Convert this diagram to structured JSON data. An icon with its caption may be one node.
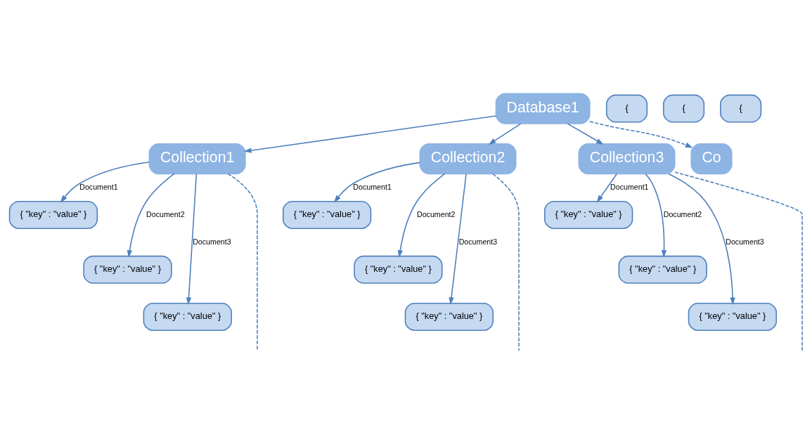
{
  "diagram": {
    "nodes": [
      {
        "text": [
          "Database1"
        ]
      },
      {
        "text": [
          "Collection1"
        ]
      },
      {
        "text": [
          "Collection2"
        ]
      },
      {
        "text": [
          "Collection3"
        ]
      },
      {
        "text": [
          "Co"
        ]
      },
      {
        "text": [
          "{ \"key\" : \"value\" }"
        ]
      },
      {
        "text": [
          "{ \"key\" : \"value\" }"
        ]
      },
      {
        "text": [
          "{ \"key\" : \"value\" }"
        ]
      },
      {
        "text": [
          "{"
        ]
      },
      {
        "text": [
          "{ \"key\" : \"value\" }"
        ]
      },
      {
        "text": [
          "{ \"key\" : \"value\" }"
        ]
      },
      {
        "text": [
          "{ \"key\" : \"value\" }"
        ]
      },
      {
        "text": [
          "{"
        ]
      },
      {
        "text": [
          "{ \"key\" : \"value\" }"
        ]
      },
      {
        "text": [
          "{ \"key\" : \"value\" }"
        ]
      },
      {
        "text": [
          "{ \"key\" : \"value\" }"
        ]
      },
      {
        "text": [
          "{"
        ]
      }
    ],
    "edges": [
      {
        "from": 0,
        "to": 1,
        "arrow": "to"
      },
      {
        "from": 0,
        "to": 2,
        "arrow": "to"
      },
      {
        "from": 0,
        "to": 3,
        "arrow": "to"
      },
      {
        "from": 0,
        "to": 4,
        "arrow": "to",
        "style": "dashed"
      },
      {
        "from": 1,
        "to": 5,
        "arrow": "to",
        "label": "Document1"
      },
      {
        "from": 1,
        "to": 6,
        "arrow": "to",
        "label": "Document2"
      },
      {
        "from": 1,
        "to": 7,
        "arrow": "to",
        "label": "Document3"
      },
      {
        "from": 1,
        "to": null,
        "arrow": "none",
        "style": "dashed"
      },
      {
        "from": 2,
        "to": 9,
        "arrow": "to",
        "label": "Document1"
      },
      {
        "from": 2,
        "to": 10,
        "arrow": "to",
        "label": "Document2"
      },
      {
        "from": 2,
        "to": 11,
        "arrow": "to",
        "label": "Document3"
      },
      {
        "from": 2,
        "to": null,
        "arrow": "none",
        "style": "dashed"
      },
      {
        "from": 3,
        "to": 13,
        "arrow": "to",
        "label": "Document1"
      },
      {
        "from": 3,
        "to": 14,
        "arrow": "to",
        "label": "Document2"
      },
      {
        "from": 3,
        "to": 15,
        "arrow": "to",
        "label": "Document3"
      },
      {
        "from": 3,
        "to": null,
        "arrow": "none",
        "style": "dashed"
      }
    ]
  }
}
